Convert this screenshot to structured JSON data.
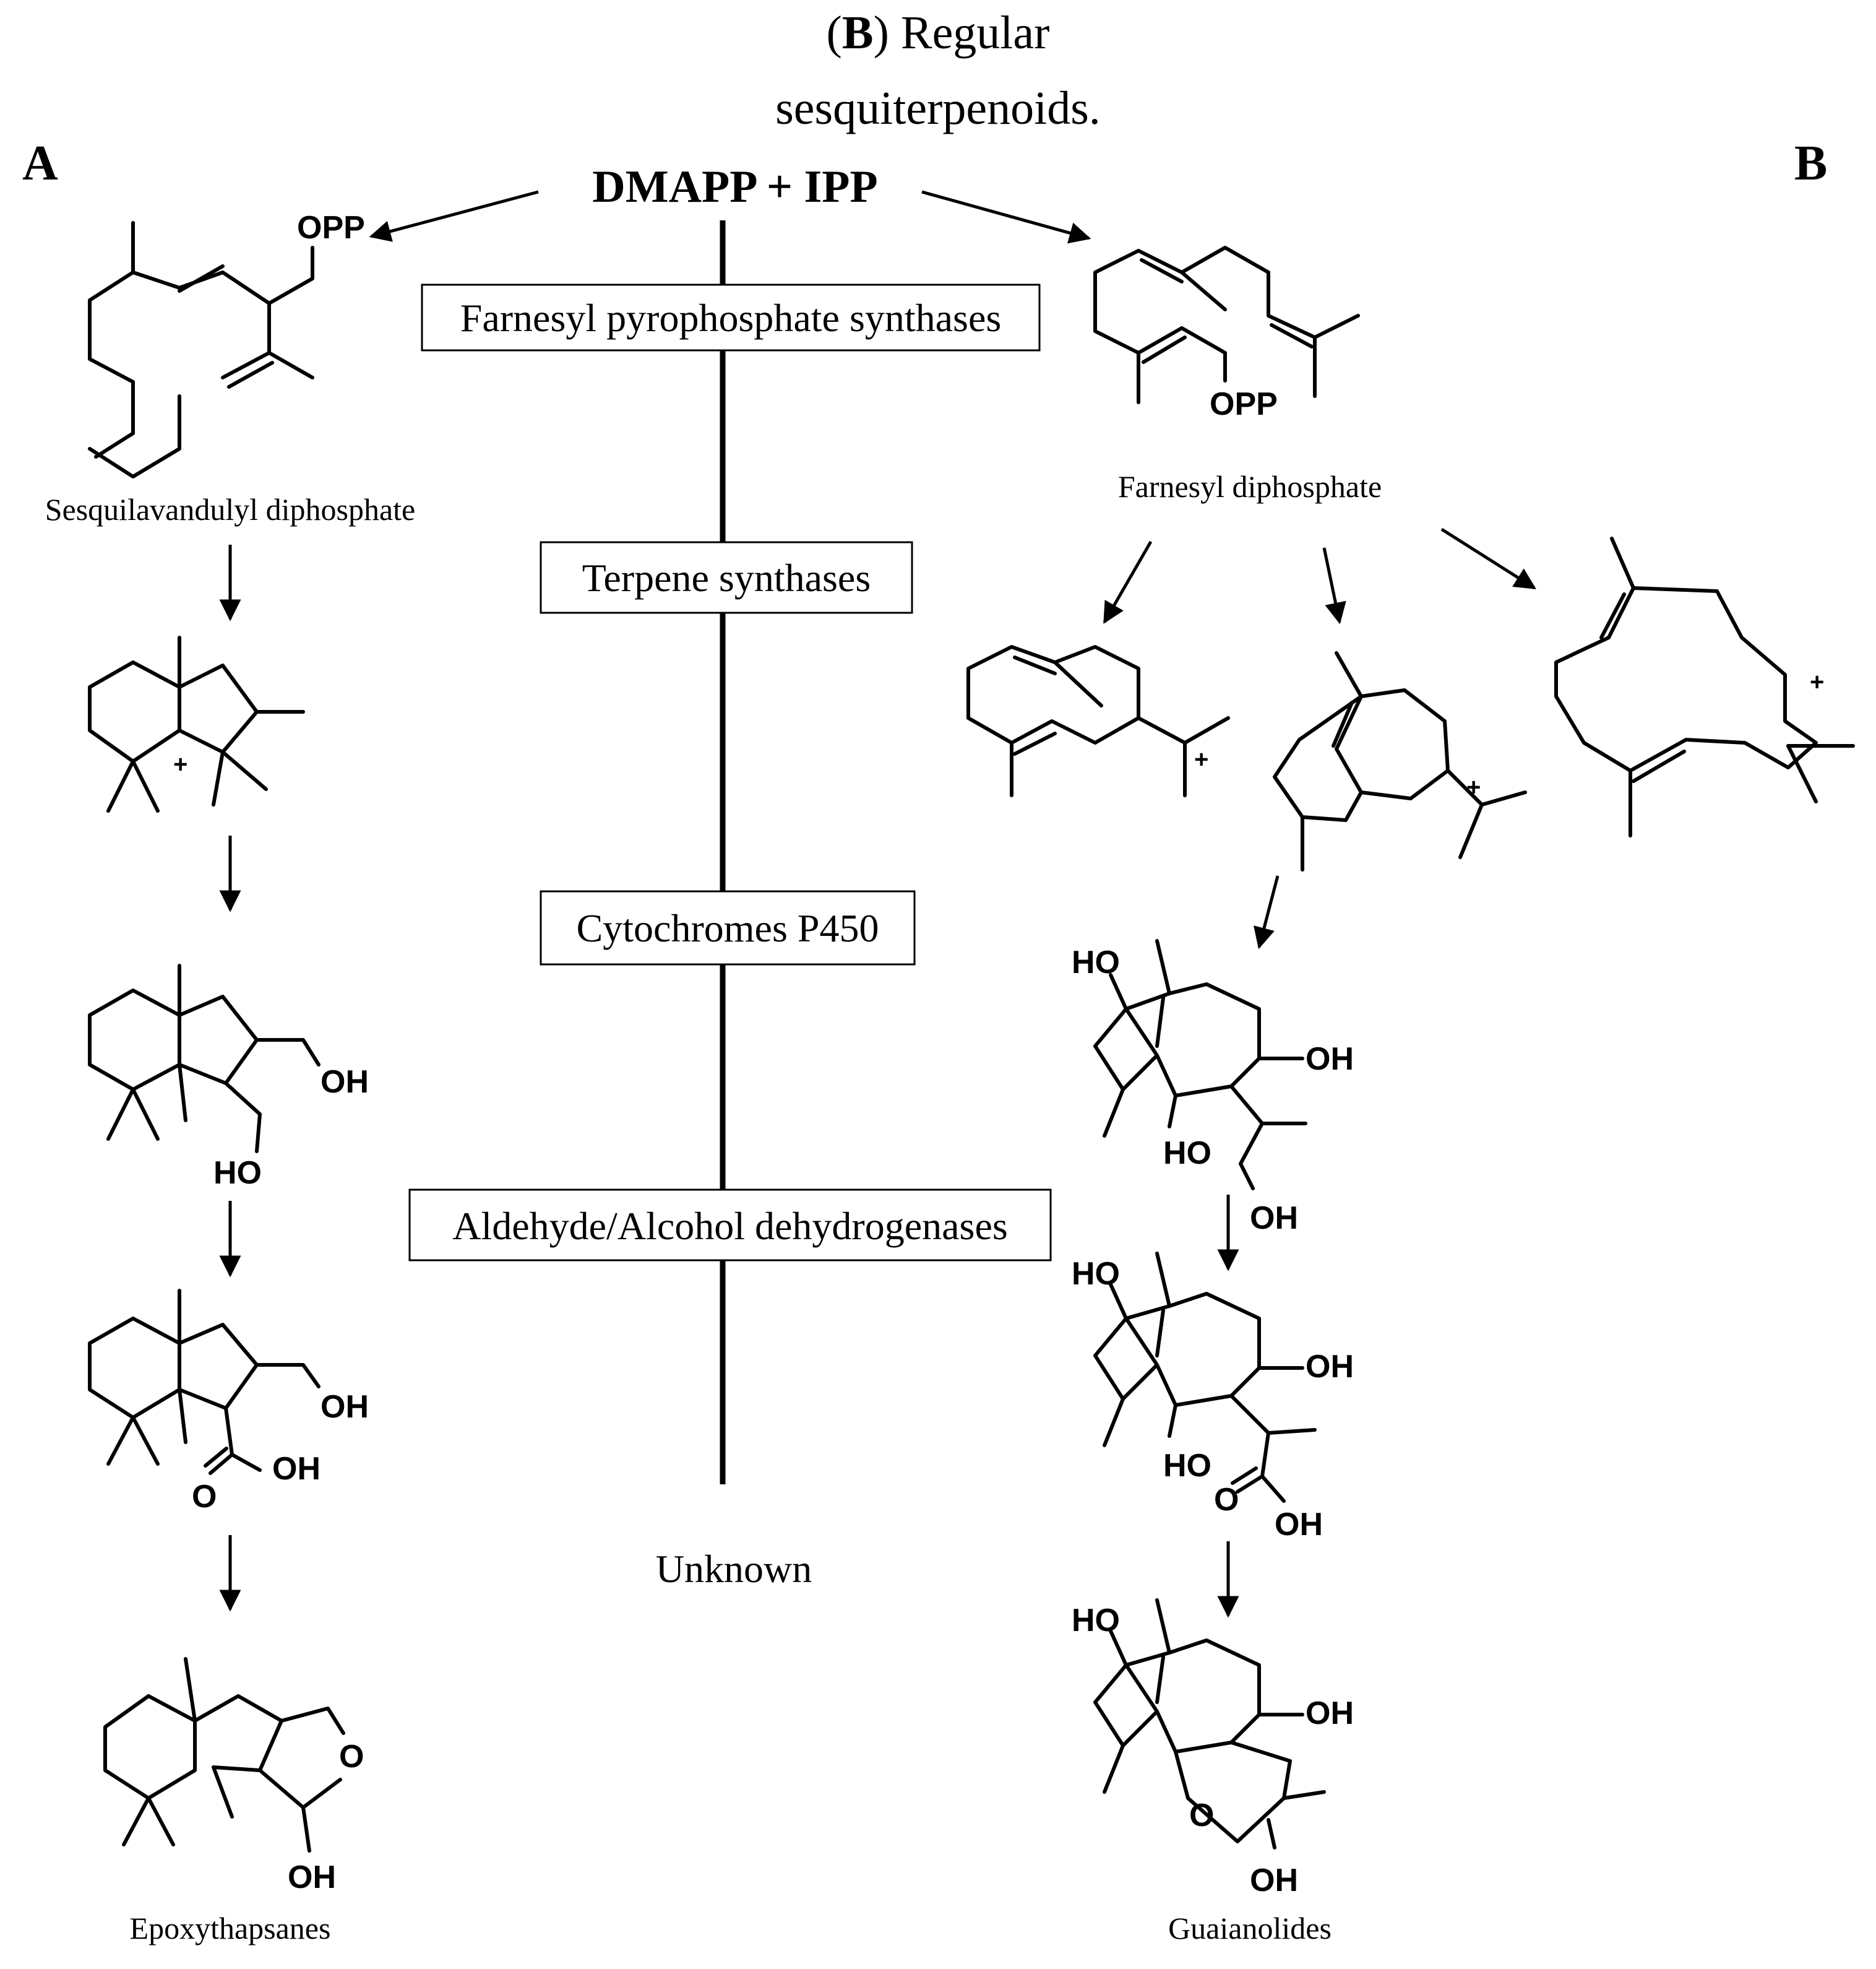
{
  "header": {
    "title_b": "B",
    "title_rest": ") Regular",
    "title_line2": "sesquiterpenoids."
  },
  "panel_labels": {
    "left": "A",
    "right": "B"
  },
  "precursor": "DMAPP + IPP",
  "enzymes": [
    "Farnesyl pyrophosphate synthases",
    "Terpene synthases",
    "Cytochromes P450",
    "Aldehyde/Alcohol dehydrogenases",
    "Unknown"
  ],
  "pathway_a": {
    "intermediate_name": "Sesquilavandulyl diphosphate",
    "product_name": "Epoxythapsanes",
    "atoms": {
      "opp": "OPP",
      "plus": "+",
      "oh": "OH",
      "ho": "HO",
      "o": "O"
    }
  },
  "pathway_b": {
    "intermediate_name": "Farnesyl diphosphate",
    "product_name": "Guaianolides",
    "atoms": {
      "opp": "OPP",
      "plus": "+",
      "oh": "OH",
      "ho": "HO",
      "o": "O"
    }
  },
  "colors": {
    "ink": "#000000",
    "background": "#ffffff"
  }
}
